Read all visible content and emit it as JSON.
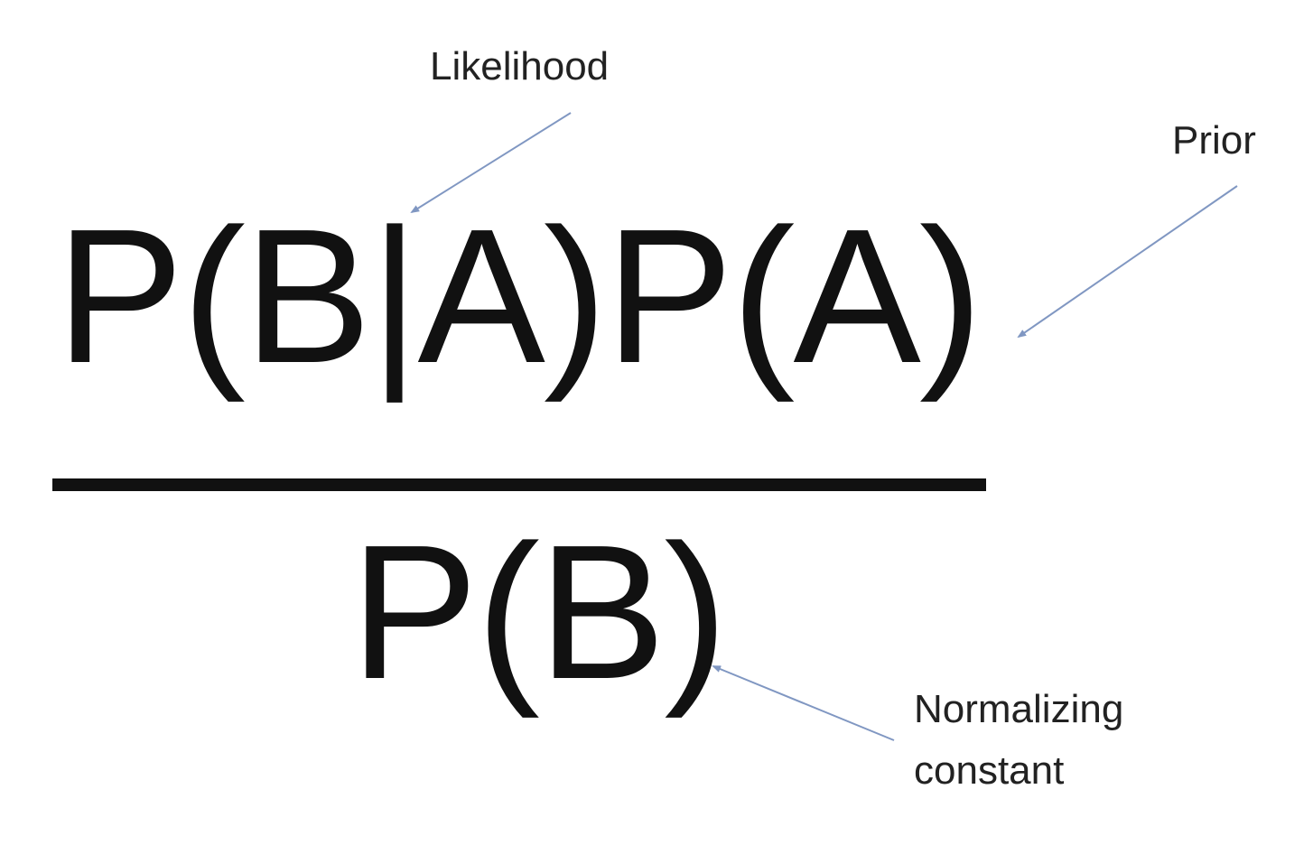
{
  "formula": {
    "numerator": "P(B|A)P(A)",
    "denominator": "P(B)"
  },
  "labels": {
    "likelihood": "Likelihood",
    "prior": "Prior",
    "normalizing_line1": "Normalizing",
    "normalizing_line2": "constant"
  },
  "colors": {
    "arrow": "#8097c2",
    "text": "#111111"
  }
}
